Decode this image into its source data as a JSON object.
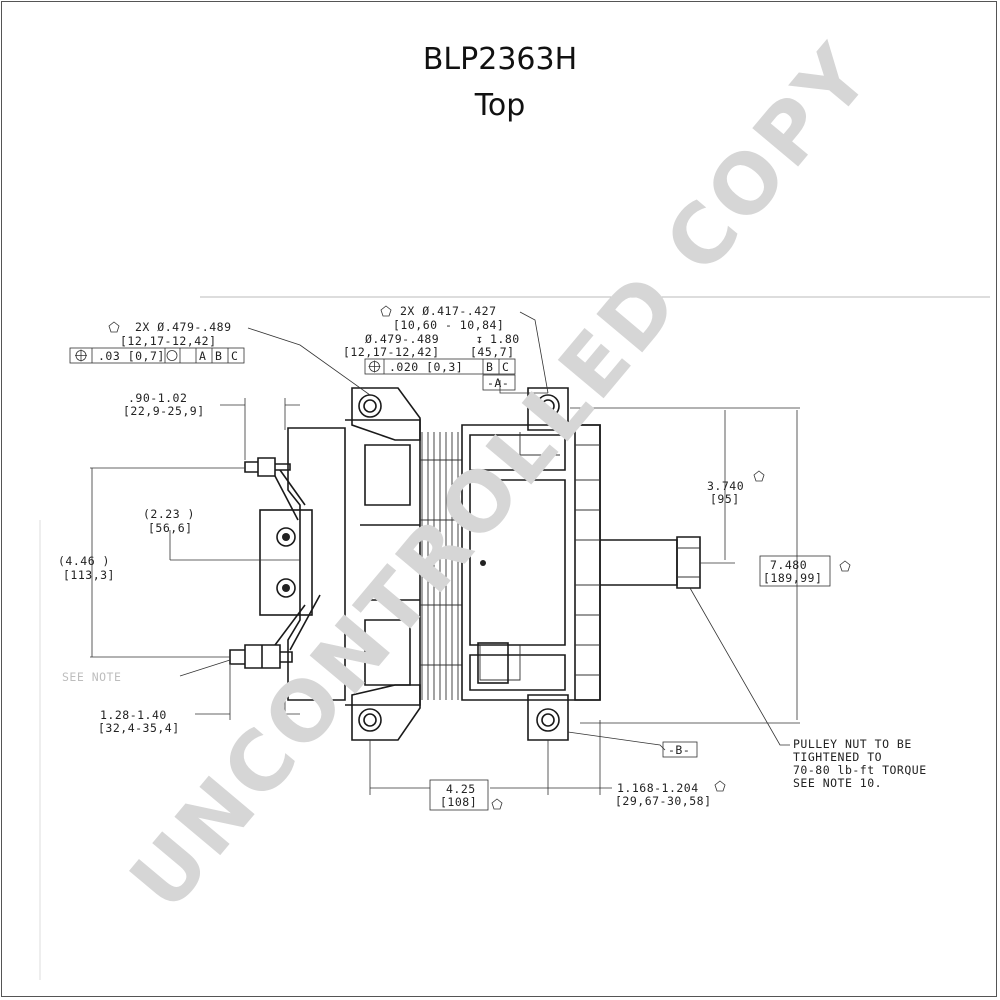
{
  "title": "BLP2363H",
  "subtitle": "Top",
  "watermark": "UNCONTROLLED COPY",
  "callouts": {
    "hole_2x_479": {
      "l1": "2X Ø.479-.489",
      "l2": "[12,17-12,42]",
      "tol": ".03 [0,7]",
      "datums": [
        "A",
        "B",
        "C"
      ]
    },
    "hole_2x_417": {
      "l1": "2X Ø.417-.427",
      "l2": "[10,60 - 10,84]",
      "l3": "Ø.479-.489",
      "depth": "1.80",
      "l4": "[12,17-12,42]",
      "depth_mm": "[45,7]",
      "tol": ".020 [0,3]",
      "datums": [
        "B",
        "C"
      ],
      "datum_a": "-A-"
    },
    "d_090": {
      "l1": ".90-1.02",
      "l2": "[22,9-25,9]"
    },
    "d_223": {
      "l1": "(2.23 )",
      "l2": "[56,6]"
    },
    "d_446": {
      "l1": "(4.46 )",
      "l2": "[113,3]"
    },
    "d_128": {
      "l1": "1.28-1.40",
      "l2": "[32,4-35,4]"
    },
    "d_3740": {
      "l1": "3.740",
      "l2": "[95]"
    },
    "d_7480": {
      "l1": "7.480",
      "l2": "[189,99]"
    },
    "d_425": {
      "l1": "4.25",
      "l2": "[108]"
    },
    "d_1168": {
      "l1": "1.168-1.204",
      "l2": "[29,67-30,58]"
    },
    "datum_b": "-B-",
    "see_note": "SEE NOTE",
    "pulley_note": [
      "PULLEY NUT TO BE",
      "TIGHTENED TO",
      "70-80 lb-ft TORQUE",
      "SEE NOTE 10."
    ]
  }
}
